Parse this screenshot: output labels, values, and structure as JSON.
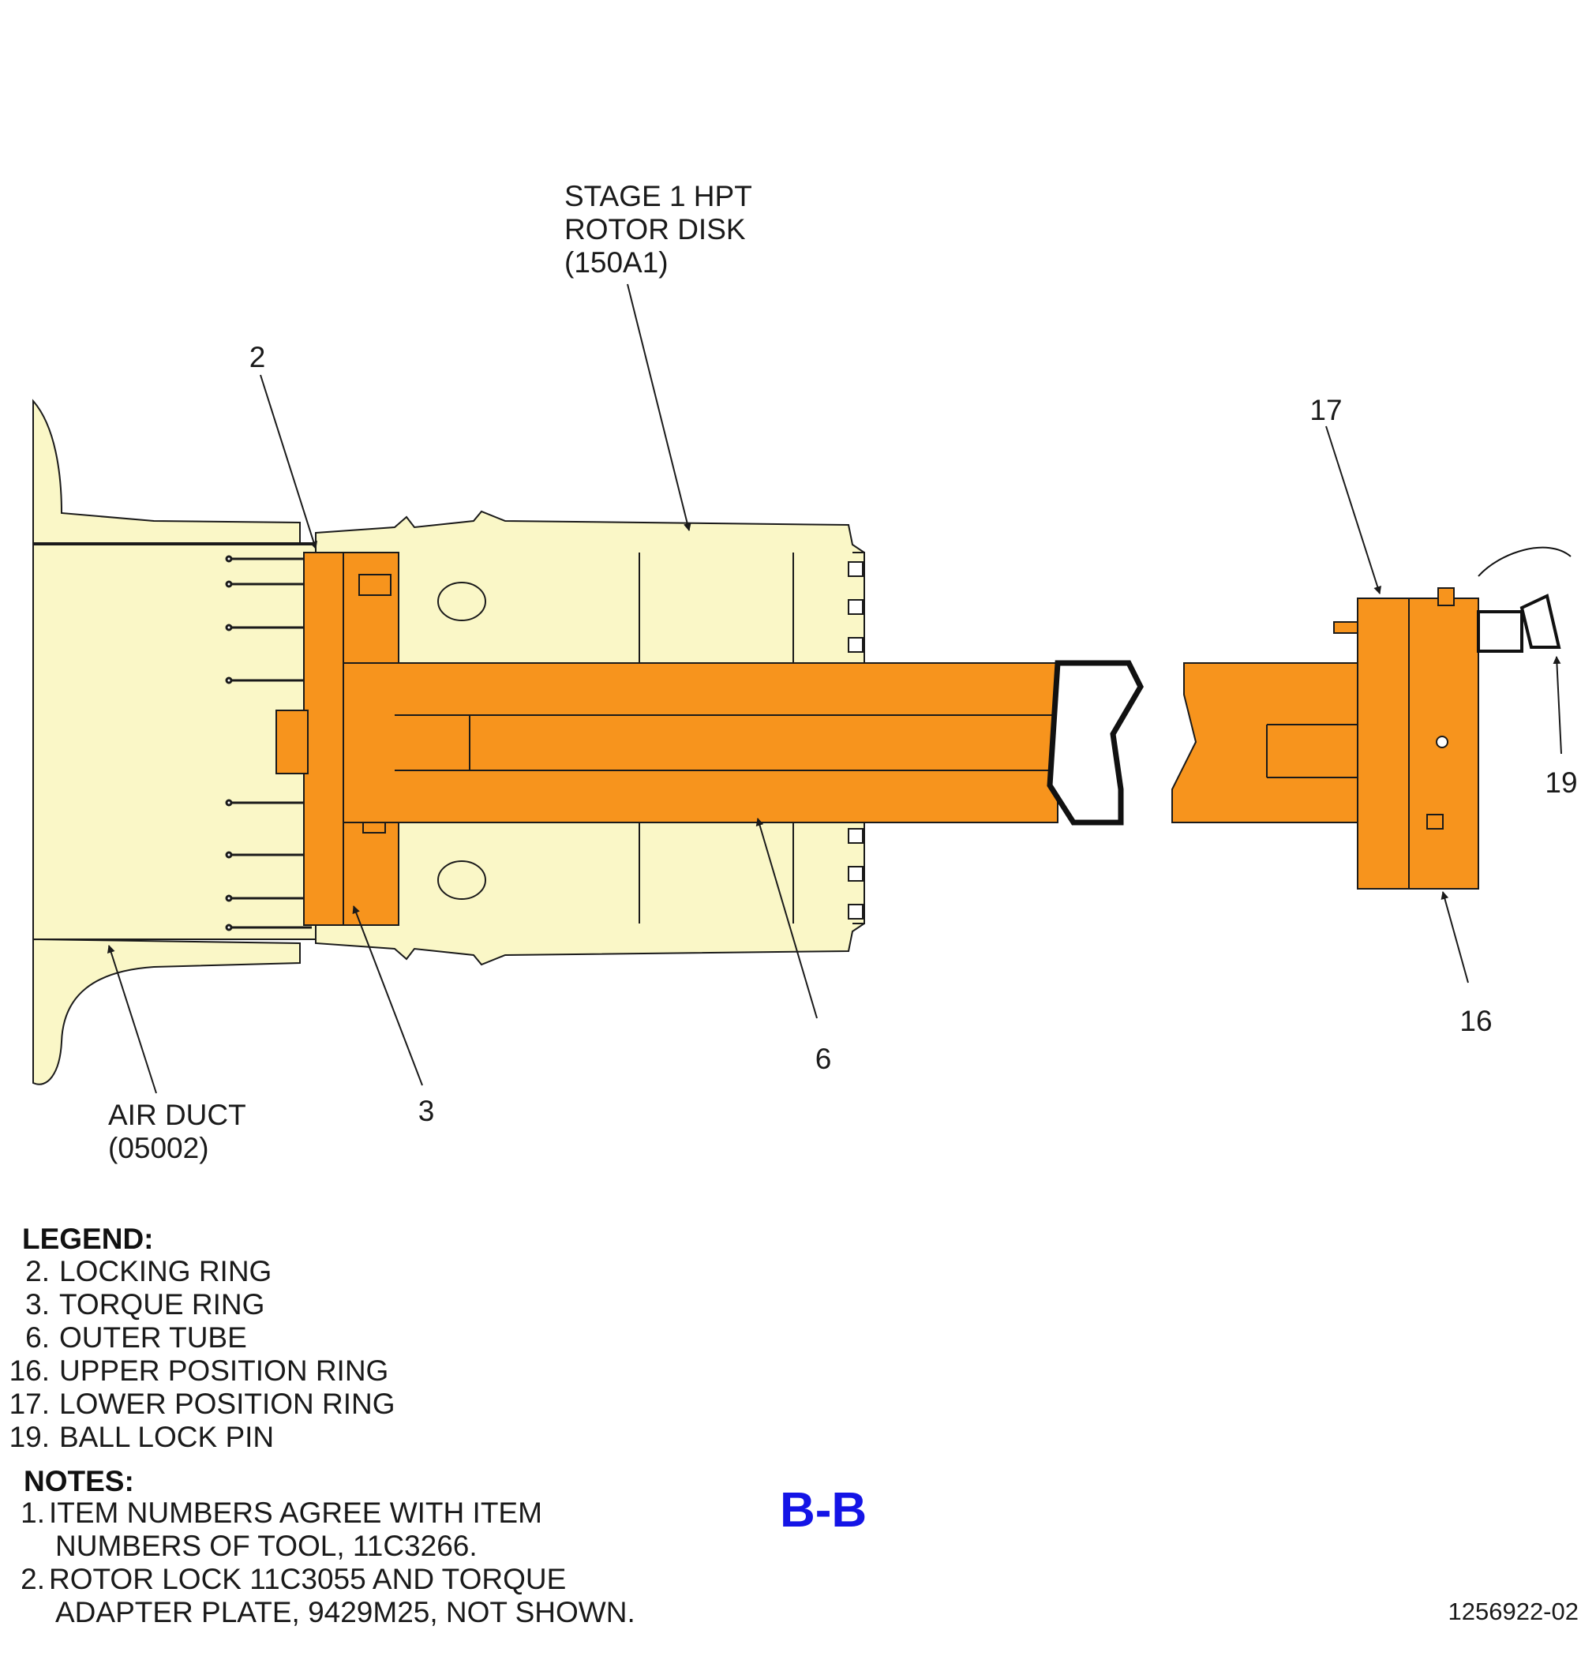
{
  "colors": {
    "tool_orange": "#F7941D",
    "engine_cream": "#FAF7C7",
    "outline": "#1a1a1a",
    "section_label_blue": "#1414E6"
  },
  "callouts": {
    "rotor_disk": {
      "line1": "STAGE 1 HPT",
      "line2": "ROTOR DISK",
      "line3": "(150A1)"
    },
    "air_duct": {
      "line1": "AIR DUCT",
      "line2": "(05002)"
    },
    "item_2": "2",
    "item_3": "3",
    "item_6": "6",
    "item_16": "16",
    "item_17": "17",
    "item_19": "19"
  },
  "legend": {
    "heading": "LEGEND:",
    "items": [
      {
        "num": "2.",
        "label": "LOCKING RING"
      },
      {
        "num": "3.",
        "label": "TORQUE RING"
      },
      {
        "num": "6.",
        "label": "OUTER TUBE"
      },
      {
        "num": "16.",
        "label": "UPPER POSITION RING"
      },
      {
        "num": "17.",
        "label": "LOWER POSITION RING"
      },
      {
        "num": "19.",
        "label": "BALL LOCK PIN"
      }
    ]
  },
  "notes": {
    "heading": "NOTES:",
    "items": [
      {
        "num": "1.",
        "line1": "ITEM NUMBERS AGREE WITH ITEM",
        "line2": "NUMBERS OF TOOL, 11C3266."
      },
      {
        "num": "2.",
        "line1": "ROTOR LOCK 11C3055 AND TORQUE",
        "line2": "ADAPTER PLATE, 9429M25, NOT SHOWN."
      }
    ]
  },
  "section_label": "B-B",
  "figure_id": "1256922-02"
}
